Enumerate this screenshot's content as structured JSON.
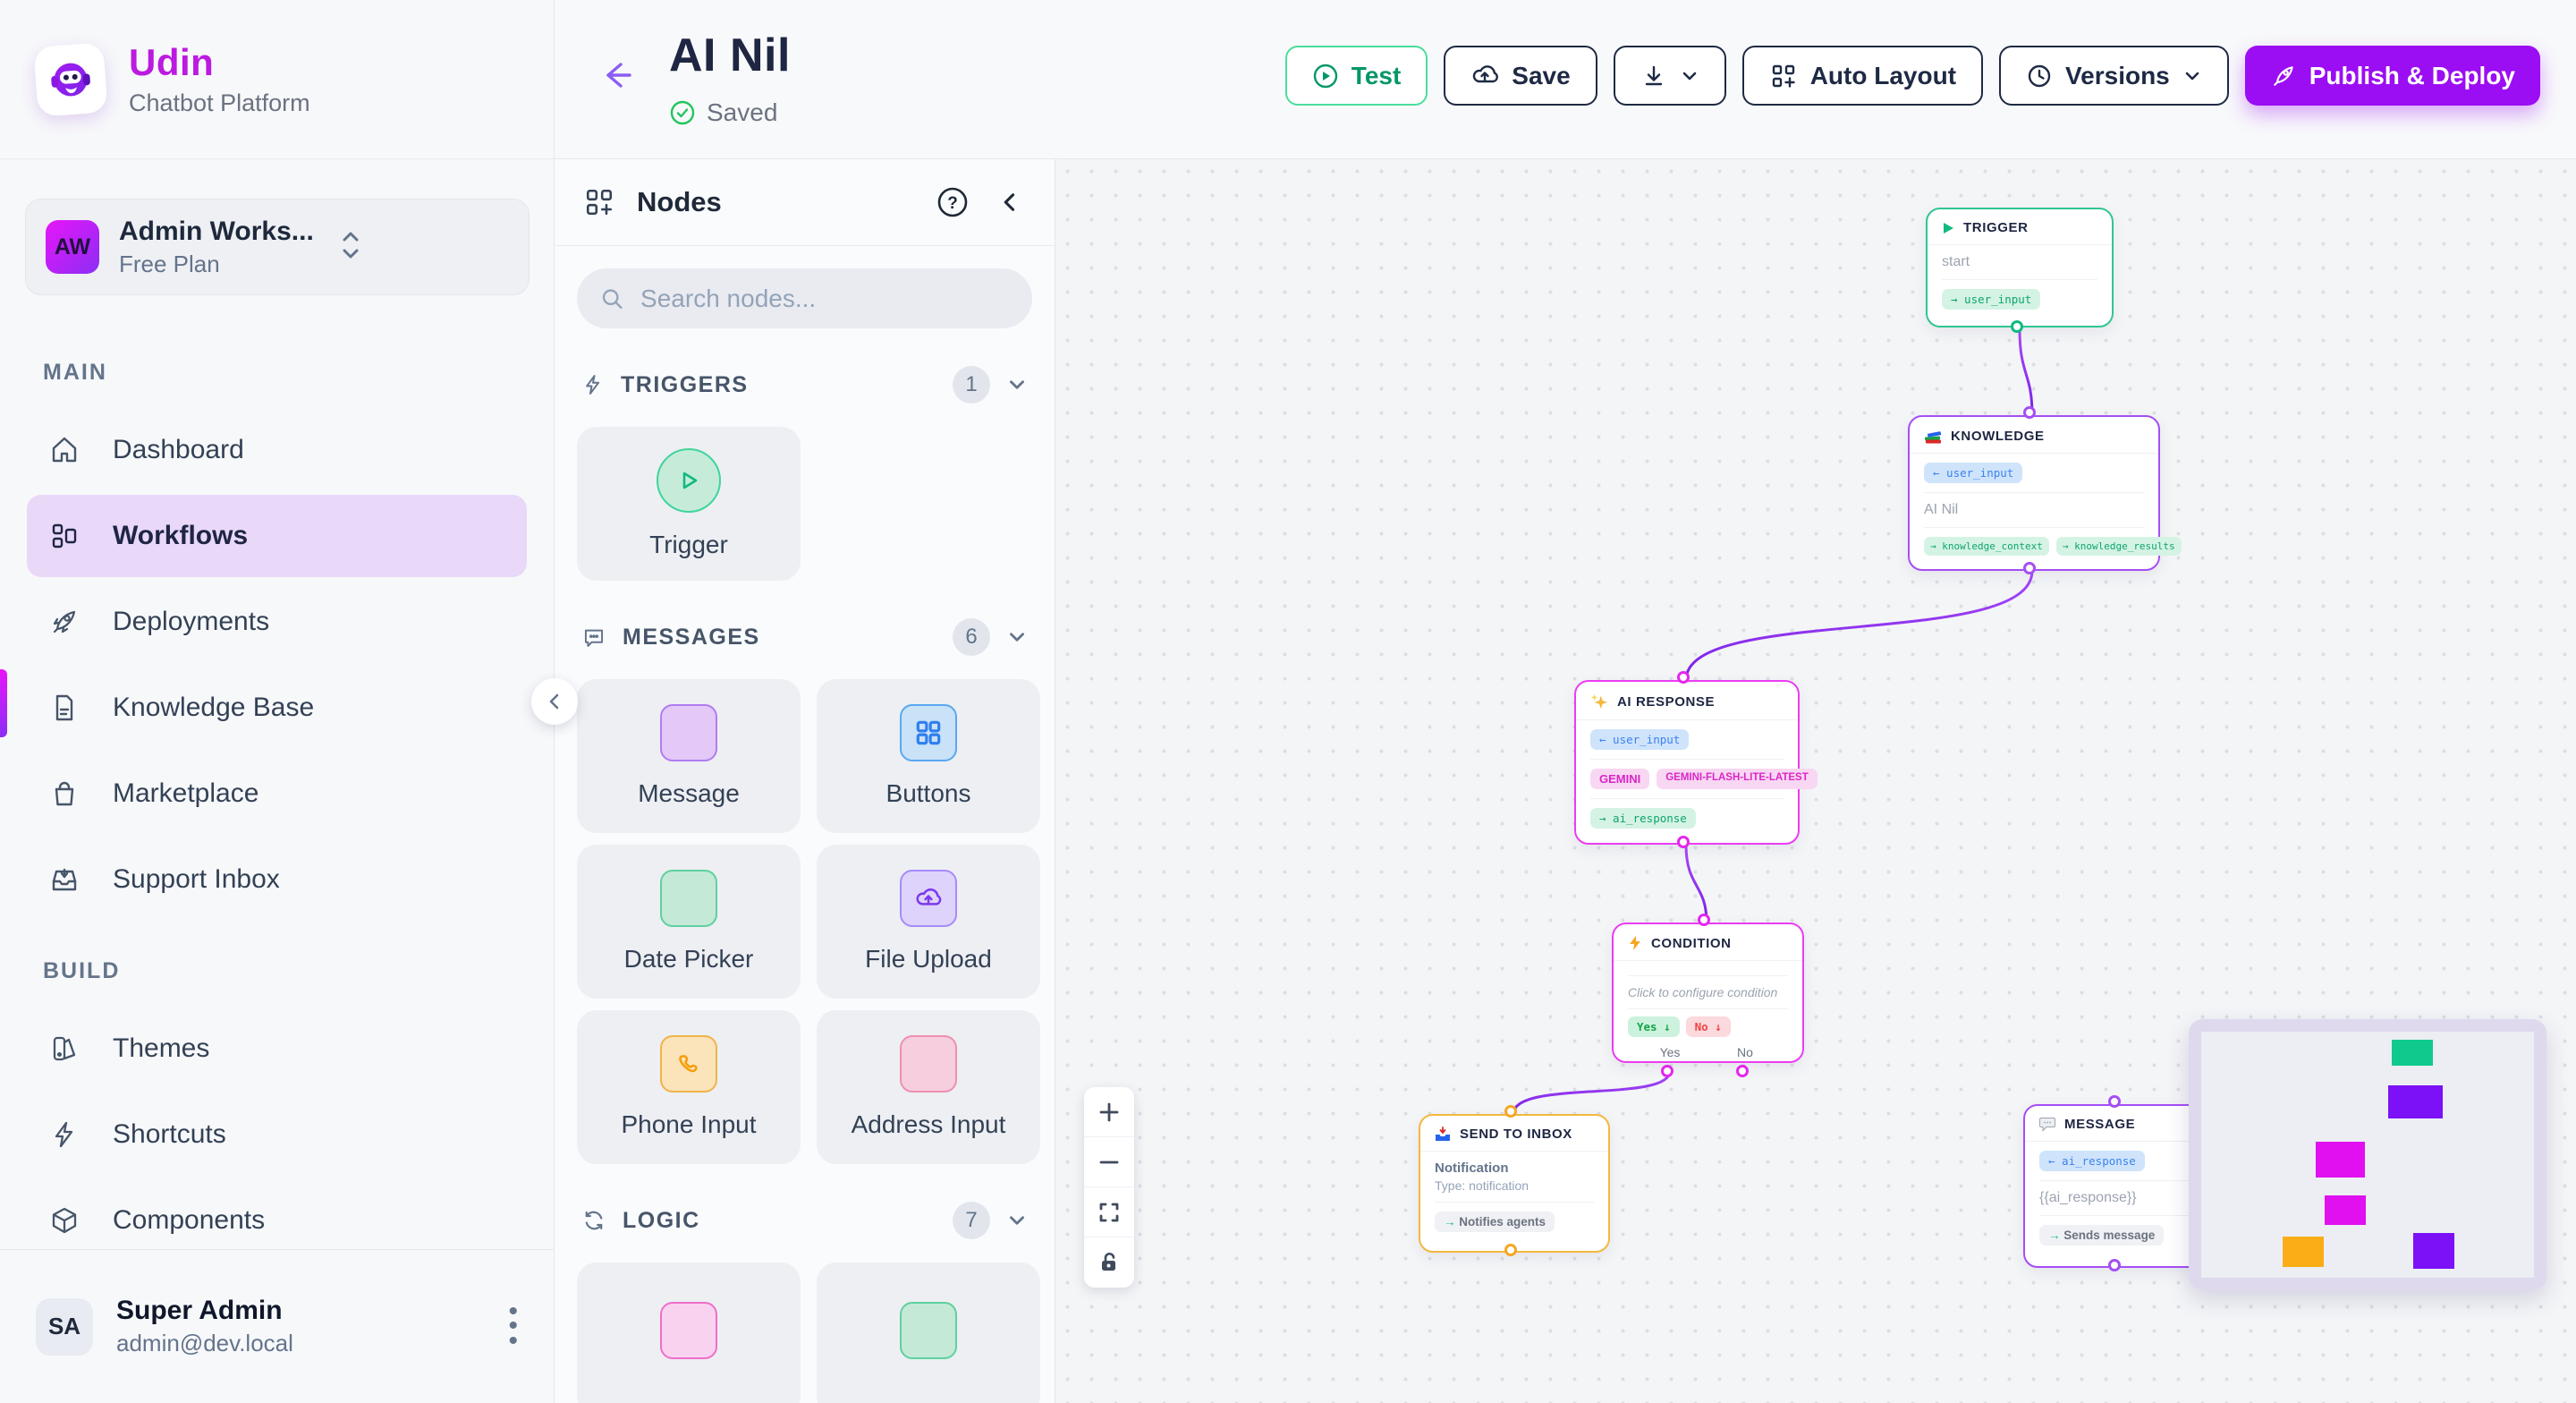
{
  "brand": {
    "name": "Udin",
    "tagline": "Chatbot Platform"
  },
  "workspace": {
    "initials": "AW",
    "name": "Admin Works...",
    "plan": "Free Plan"
  },
  "sidebar": {
    "main_label": "MAIN",
    "build_label": "BUILD",
    "main": [
      {
        "label": "Dashboard"
      },
      {
        "label": "Workflows"
      },
      {
        "label": "Deployments"
      },
      {
        "label": "Knowledge Base"
      },
      {
        "label": "Marketplace"
      },
      {
        "label": "Support Inbox"
      }
    ],
    "build": [
      {
        "label": "Themes"
      },
      {
        "label": "Shortcuts"
      },
      {
        "label": "Components"
      }
    ]
  },
  "user": {
    "initials": "SA",
    "name": "Super Admin",
    "email": "admin@dev.local"
  },
  "header": {
    "title": "AI Nil",
    "status": "Saved",
    "test": "Test",
    "save": "Save",
    "auto_layout": "Auto Layout",
    "versions": "Versions",
    "publish": "Publish & Deploy"
  },
  "panel": {
    "title": "Nodes",
    "search_placeholder": "Search nodes...",
    "triggers_label": "TRIGGERS",
    "triggers_count": "1",
    "messages_label": "MESSAGES",
    "messages_count": "6",
    "logic_label": "LOGIC",
    "logic_count": "7",
    "tiles": {
      "trigger": "Trigger",
      "message": "Message",
      "buttons": "Buttons",
      "date_picker": "Date Picker",
      "file_upload": "File Upload",
      "phone_input": "Phone Input",
      "address_input": "Address Input"
    }
  },
  "canvas": {
    "trigger": {
      "title": "TRIGGER",
      "body": "start",
      "out": "→ user_input"
    },
    "knowledge": {
      "title": "KNOWLEDGE",
      "in": "← user_input",
      "body": "AI Nil",
      "out1": "→ knowledge_context",
      "out2": "→ knowledge_results"
    },
    "ai": {
      "title": "AI RESPONSE",
      "in": "← user_input",
      "model1": "GEMINI",
      "model2": "GEMINI-FLASH-LITE-LATEST",
      "out": "→ ai_response"
    },
    "condition": {
      "title": "CONDITION",
      "body": "Click to configure condition",
      "yes_pill": "Yes ↓",
      "no_pill": "No ↓",
      "yes_label": "Yes",
      "no_label": "No"
    },
    "inbox": {
      "title": "SEND TO INBOX",
      "body_title": "Notification",
      "body_sub": "Type: notification",
      "arrow": "→",
      "out": "Notifies agents"
    },
    "message": {
      "title": "MESSAGE",
      "in": "← ai_response",
      "body": "{{ai_response}}",
      "arrow": "→",
      "out": "Sends message"
    }
  },
  "colors": {
    "accent_purple": "#9b0df2",
    "brand_magenta": "#bb1ae0",
    "active_item_bg": "#e9d8f8",
    "trigger_green": "#10b981",
    "node_purple": "#a54ef5",
    "node_magenta": "#ea3df2",
    "node_amber": "#f3b83f",
    "edge_purple": "#8527f0",
    "minimap_green": "#0fca8c",
    "minimap_violet": "#7c10f7",
    "minimap_magenta": "#e010f0",
    "minimap_orange": "#fbad18"
  }
}
